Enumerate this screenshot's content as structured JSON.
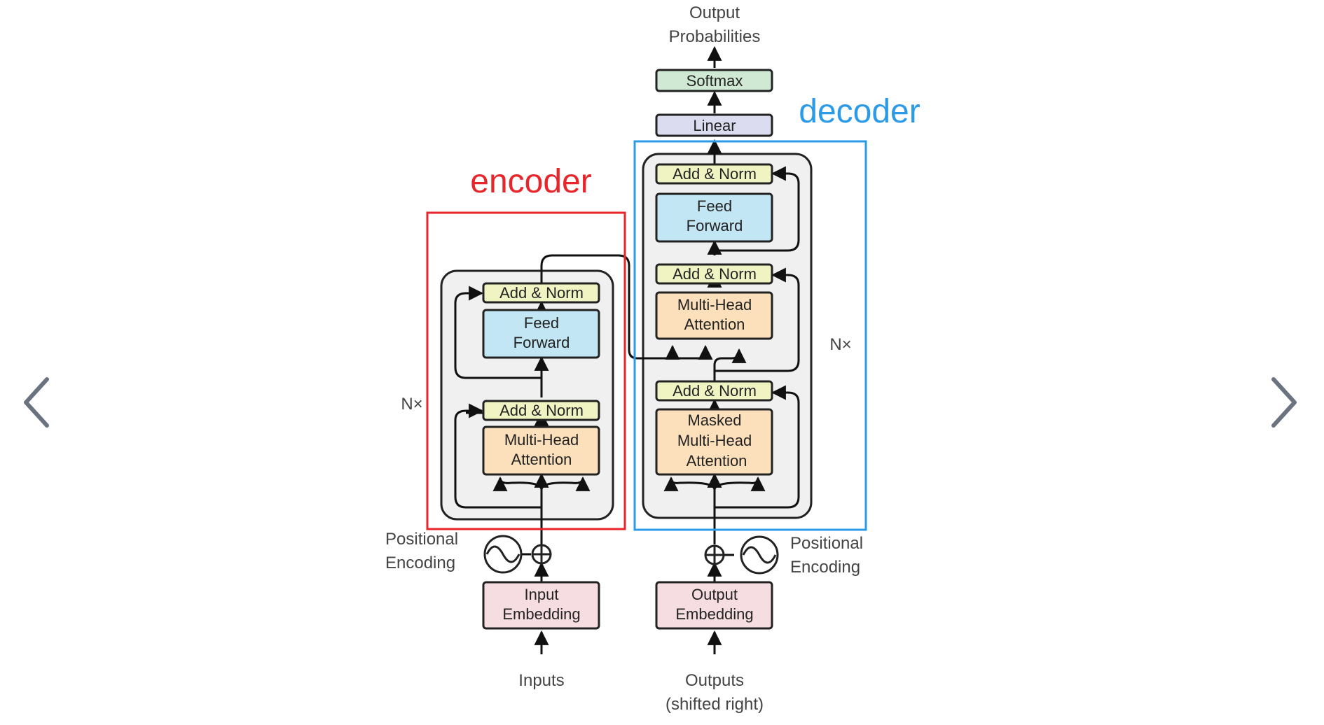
{
  "annotations": {
    "encoder_label": "encoder",
    "decoder_label": "decoder",
    "encoder_color": "#e8252a",
    "decoder_color": "#2b9be8"
  },
  "encoder": {
    "add_norm_top": "Add & Norm",
    "feed_forward": [
      "Feed",
      "Forward"
    ],
    "add_norm_bottom": "Add & Norm",
    "attention": [
      "Multi-Head",
      "Attention"
    ],
    "repeat": "N×",
    "positional_encoding": [
      "Positional",
      "Encoding"
    ],
    "embedding": [
      "Input",
      "Embedding"
    ],
    "input_label": "Inputs"
  },
  "decoder": {
    "add_norm_top": "Add & Norm",
    "feed_forward": [
      "Feed",
      "Forward"
    ],
    "add_norm_middle": "Add & Norm",
    "attention": [
      "Multi-Head",
      "Attention"
    ],
    "add_norm_bottom": "Add & Norm",
    "masked_attention": [
      "Masked",
      "Multi-Head",
      "Attention"
    ],
    "repeat": "N×",
    "positional_encoding": [
      "Positional",
      "Encoding"
    ],
    "embedding": [
      "Output",
      "Embedding"
    ],
    "input_label": [
      "Outputs",
      "(shifted right)"
    ]
  },
  "head": {
    "linear": "Linear",
    "softmax": "Softmax",
    "output": [
      "Output",
      "Probabilities"
    ]
  },
  "colors": {
    "add_norm": "#f0f4c3",
    "feed_forward": "#c2e6f3",
    "attention": "#fbe0bb",
    "embedding": "#f6dde1",
    "linear": "#dcdcf0",
    "softmax": "#cfe9d5",
    "stack_bg": "#f0f0f0"
  },
  "navigation": {
    "prev_icon": "chevron-left-icon",
    "next_icon": "chevron-right-icon"
  }
}
